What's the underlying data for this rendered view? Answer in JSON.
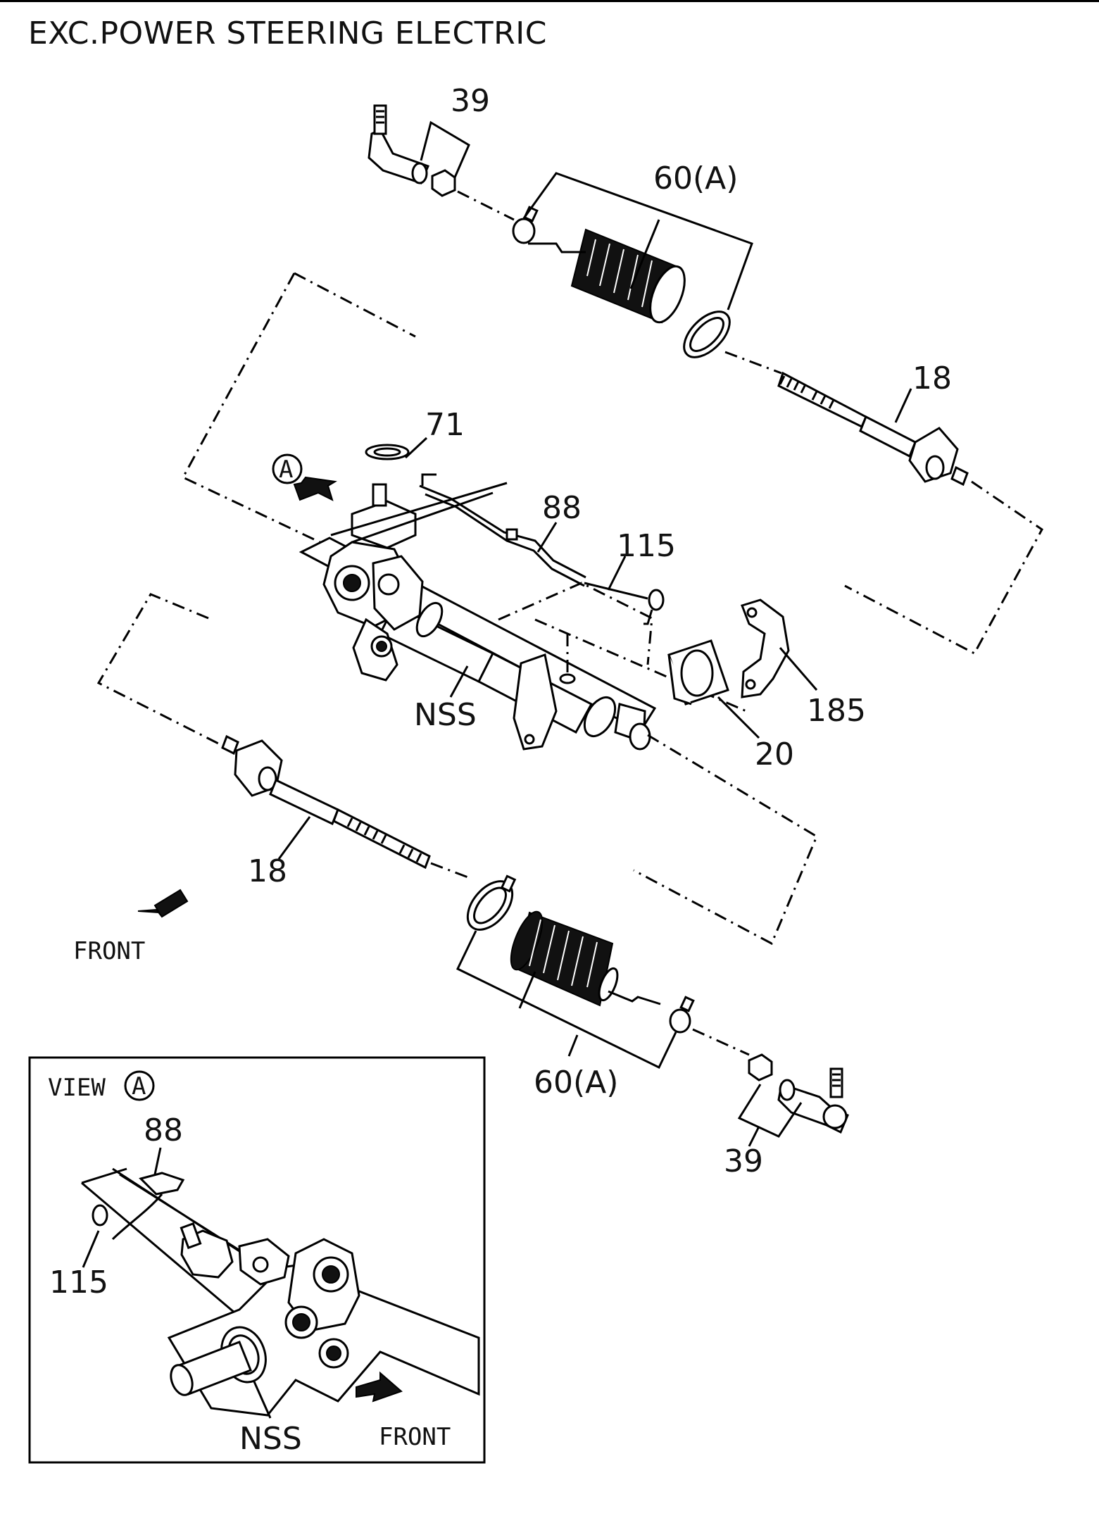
{
  "title": "EXC.POWER STEERING ELECTRIC",
  "callouts": {
    "c39_top": "39",
    "c60_top": "60(A)",
    "c18_right": "18",
    "c71": "71",
    "cA_main": "A",
    "c88": "88",
    "c115": "115",
    "cNSS": "NSS",
    "c185": "185",
    "c20": "20",
    "c18_left": "18",
    "front": "FRONT",
    "c60_bottom": "60(A)",
    "c39_bottom": "39"
  },
  "inset": {
    "title": "VIEW",
    "title_marker": "A",
    "c88": "88",
    "c115": "115",
    "cNSS": "NSS",
    "front": "FRONT"
  }
}
